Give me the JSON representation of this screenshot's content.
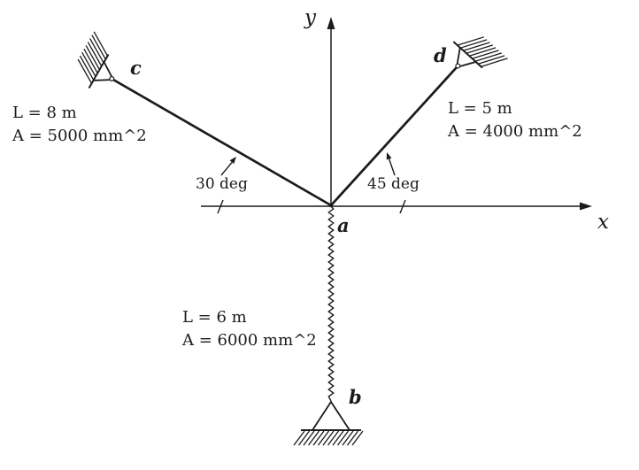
{
  "axes": {
    "x": "x",
    "y": "y"
  },
  "nodes": {
    "a": "a",
    "b": "b",
    "c": "c",
    "d": "d"
  },
  "members": {
    "ac": {
      "length": "L = 8 m",
      "area": "A = 5000 mm^2",
      "angle": "30 deg"
    },
    "ad": {
      "length": "L = 5 m",
      "area": "A = 4000 mm^2",
      "angle": "45 deg"
    },
    "ab": {
      "length": "L = 6 m",
      "area": "A = 6000 mm^2"
    }
  },
  "colors": {
    "ink": "#1b1b1b",
    "background": "#ffffff"
  }
}
